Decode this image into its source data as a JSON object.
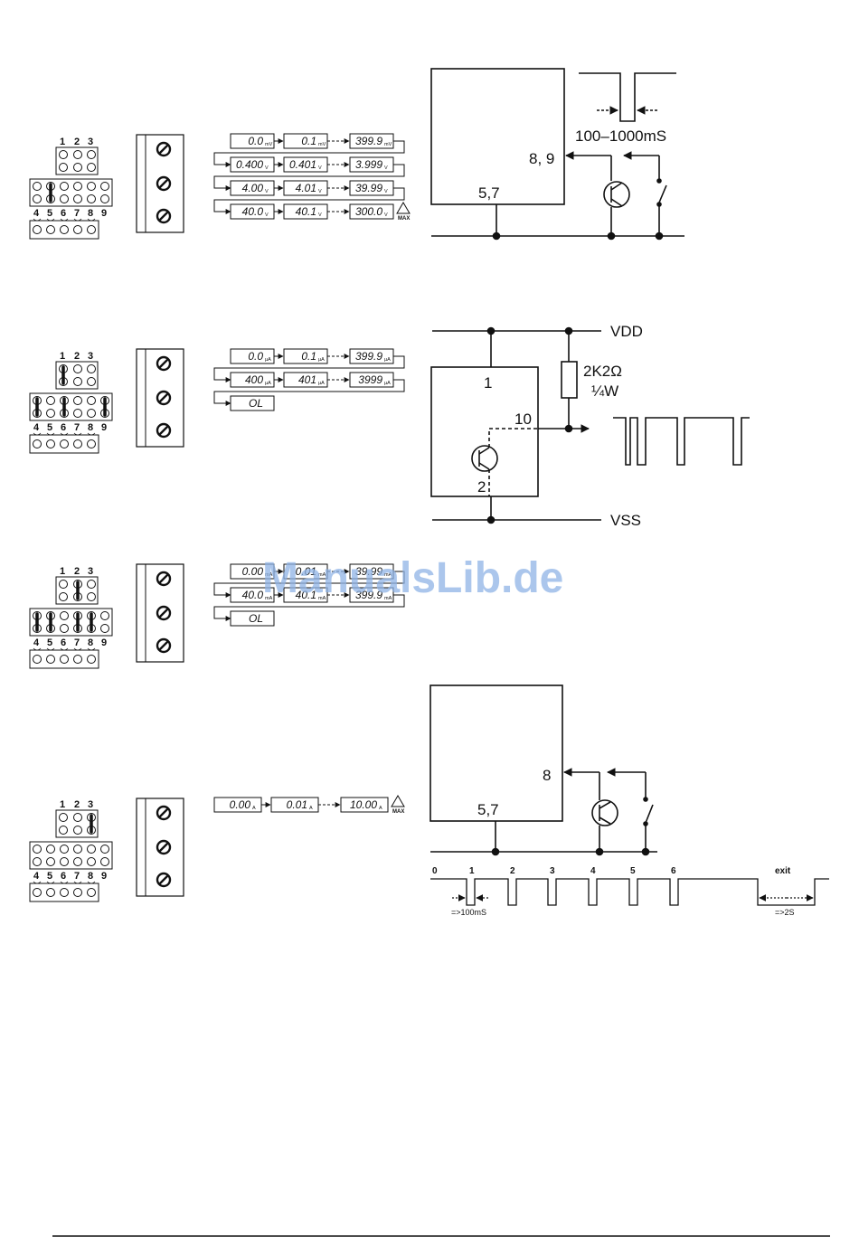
{
  "watermark": "ManualsLib.de",
  "jumper_labels": {
    "top": [
      "1",
      "2",
      "3"
    ],
    "bottom": [
      "4",
      "5",
      "6",
      "7",
      "8",
      "9"
    ]
  },
  "sections": [
    {
      "id": "s1",
      "jumpers": {
        "top": [],
        "bottom": [
          1
        ]
      },
      "displays": [
        [
          {
            "v": "0.0",
            "u": "mV"
          },
          {
            "v": "0.1",
            "u": "mV"
          },
          {
            "v": "399.9",
            "u": "mV"
          }
        ],
        [
          {
            "v": "0.400",
            "u": "V"
          },
          {
            "v": "0.401",
            "u": "V"
          },
          {
            "v": "3.999",
            "u": "V"
          }
        ],
        [
          {
            "v": "4.00",
            "u": "V"
          },
          {
            "v": "4.01",
            "u": "V"
          },
          {
            "v": "39.99",
            "u": "V"
          }
        ],
        [
          {
            "v": "40.0",
            "u": "V"
          },
          {
            "v": "40.1",
            "u": "V"
          },
          {
            "v": "300.0",
            "u": "V"
          }
        ]
      ],
      "max_label": "MAX"
    },
    {
      "id": "s2",
      "jumpers": {
        "top": [
          0
        ],
        "bottom": [
          0,
          2,
          5
        ]
      },
      "displays": [
        [
          {
            "v": "0.0",
            "u": "µA"
          },
          {
            "v": "0.1",
            "u": "µA"
          },
          {
            "v": "399.9",
            "u": "µA"
          }
        ],
        [
          {
            "v": "400",
            "u": "µA"
          },
          {
            "v": "401",
            "u": "µA"
          },
          {
            "v": "3999",
            "u": "µA"
          }
        ],
        [
          {
            "v": "OL",
            "u": ""
          }
        ]
      ]
    },
    {
      "id": "s3",
      "jumpers": {
        "top": [
          1
        ],
        "bottom": [
          0,
          1,
          3,
          4
        ]
      },
      "displays": [
        [
          {
            "v": "0.00",
            "u": "mA"
          },
          {
            "v": "0.01",
            "u": "mA"
          },
          {
            "v": "39.99",
            "u": "mA"
          }
        ],
        [
          {
            "v": "40.0",
            "u": "mA"
          },
          {
            "v": "40.1",
            "u": "mA"
          },
          {
            "v": "399.9",
            "u": "mA"
          }
        ],
        [
          {
            "v": "OL",
            "u": ""
          }
        ]
      ]
    },
    {
      "id": "s4",
      "jumpers": {
        "top": [
          2
        ],
        "bottom": []
      },
      "displays": [
        [
          {
            "v": "0.00",
            "u": "A"
          },
          {
            "v": "0.01",
            "u": "A"
          },
          {
            "v": "10.00",
            "u": "A"
          }
        ]
      ],
      "max_label": "MAX"
    }
  ],
  "circuit1": {
    "pulse_label": "100–1000mS",
    "input_pin": "8, 9",
    "ground_pin": "5,7"
  },
  "circuit2": {
    "supply": "VDD",
    "ground": "VSS",
    "resistor": "2K2Ω",
    "power": "¼W",
    "pin_top": "1",
    "pin_out": "10",
    "pin_bottom": "2"
  },
  "circuit3": {
    "input_pin": "8",
    "ground_pin": "5,7"
  },
  "timing": {
    "steps": [
      "0",
      "1",
      "2",
      "3",
      "4",
      "5",
      "6"
    ],
    "exit": "exit",
    "pulse_min": "=>100mS",
    "exit_min": "=>2S"
  }
}
